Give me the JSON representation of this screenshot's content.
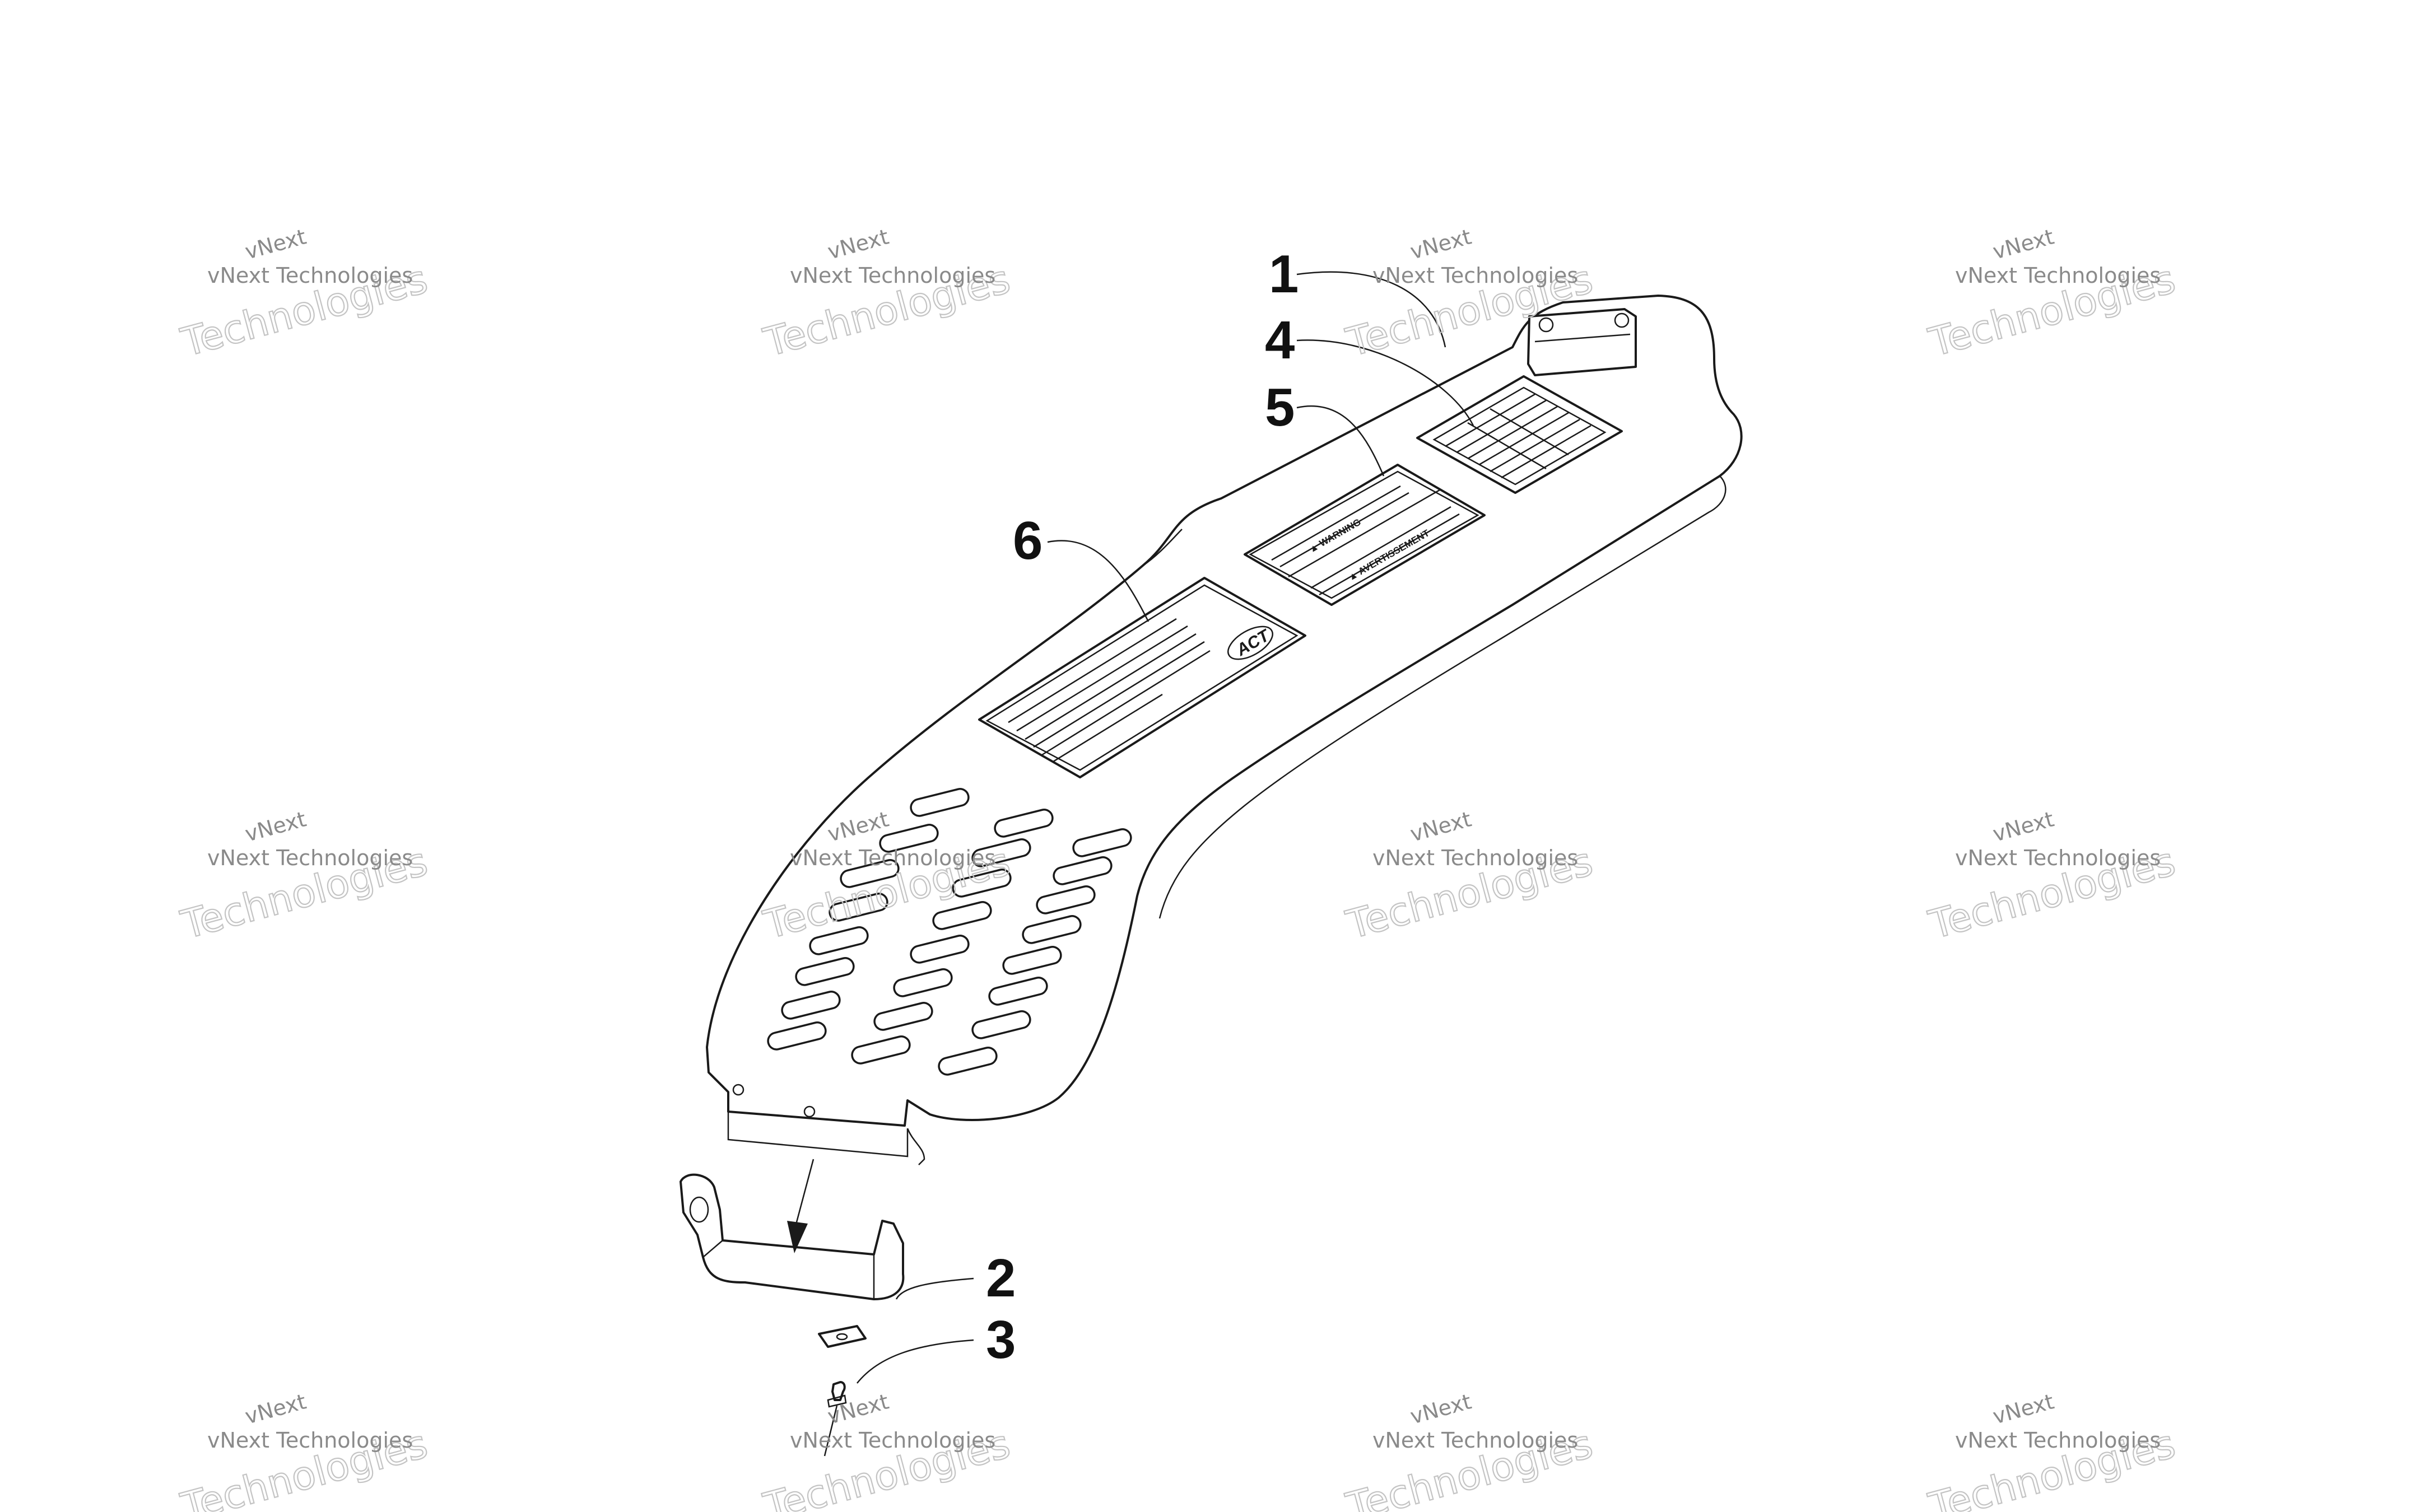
{
  "callouts": {
    "c1": "1",
    "c2": "2",
    "c3": "3",
    "c4": "4",
    "c5": "5",
    "c6": "6"
  },
  "watermark": {
    "line1": "vNext",
    "line2": "Technologies",
    "line3": "vNext Technologies"
  },
  "decals": {
    "warning_heading": "▲ WARNING",
    "avertissement_heading": "▲ AVERTISSEMENT",
    "logo": "ACT"
  },
  "colors": {
    "line": "#1a1a1a",
    "watermark": "#8a8a8a"
  }
}
